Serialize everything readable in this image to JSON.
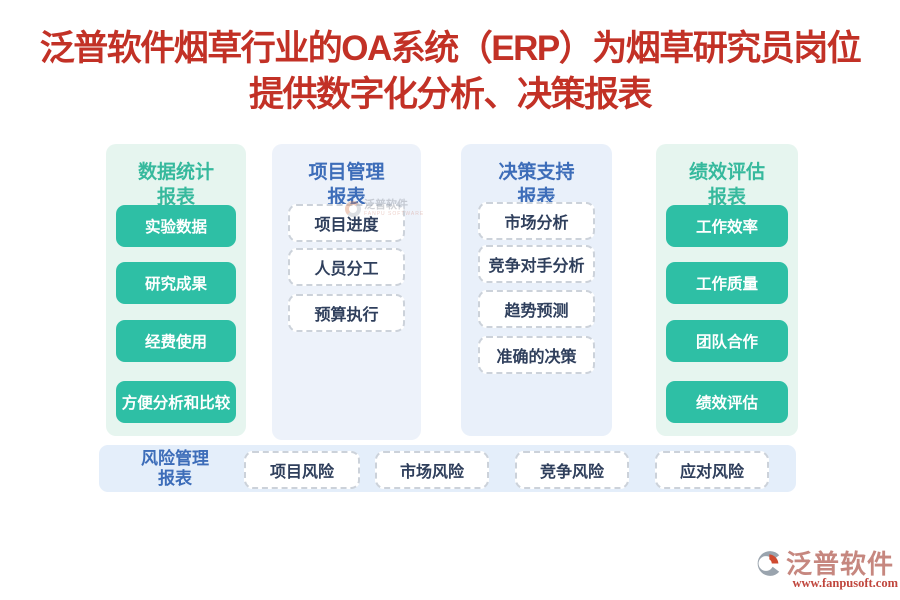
{
  "title": {
    "line1": "泛普软件烟草行业的OA系统（ERP）为烟草研究员岗位",
    "line2": "提供数字化分析、决策报表"
  },
  "columns": [
    {
      "header_line1": "数据统计",
      "header_line2": "报表",
      "style": "teal",
      "buttons": [
        "实验数据",
        "研究成果",
        "经费使用",
        "方便分析和比较"
      ]
    },
    {
      "header_line1": "项目管理",
      "header_line2": "报表",
      "style": "blue",
      "buttons": [
        "项目进度",
        "人员分工",
        "预算执行"
      ]
    },
    {
      "header_line1": "决策支持",
      "header_line2": "报表",
      "style": "blue",
      "buttons": [
        "市场分析",
        "竞争对手分析",
        "趋势预测",
        "准确的决策"
      ]
    },
    {
      "header_line1": "绩效评估",
      "header_line2": "报表",
      "style": "teal",
      "buttons": [
        "工作效率",
        "工作质量",
        "团队合作",
        "绩效评估"
      ]
    }
  ],
  "bottom_row": {
    "label_line1": "风险管理",
    "label_line2": "报表",
    "buttons": [
      "项目风险",
      "市场风险",
      "竞争风险",
      "应对风险"
    ]
  },
  "watermark": {
    "text": "泛普软件",
    "subtext": "FANPU SOFTWARE"
  },
  "logo": {
    "name": "泛普软件",
    "url": "www.fanpusoft.com"
  },
  "colors": {
    "title_red": "#c23126",
    "teal": "#2ebfa5",
    "teal_header": "#36b99d",
    "mint_panel": "#e6f5ef",
    "blue_header": "#3d6db9",
    "blue_panel_2": "#edf2fa",
    "blue_panel_3": "#e9f0fa",
    "bottom_bar": "#e4eefa",
    "dash_border": "#ccd2da",
    "dash_text": "#2f3f5c",
    "logo_text": "#c6877f",
    "logo_url": "#c0463d"
  }
}
